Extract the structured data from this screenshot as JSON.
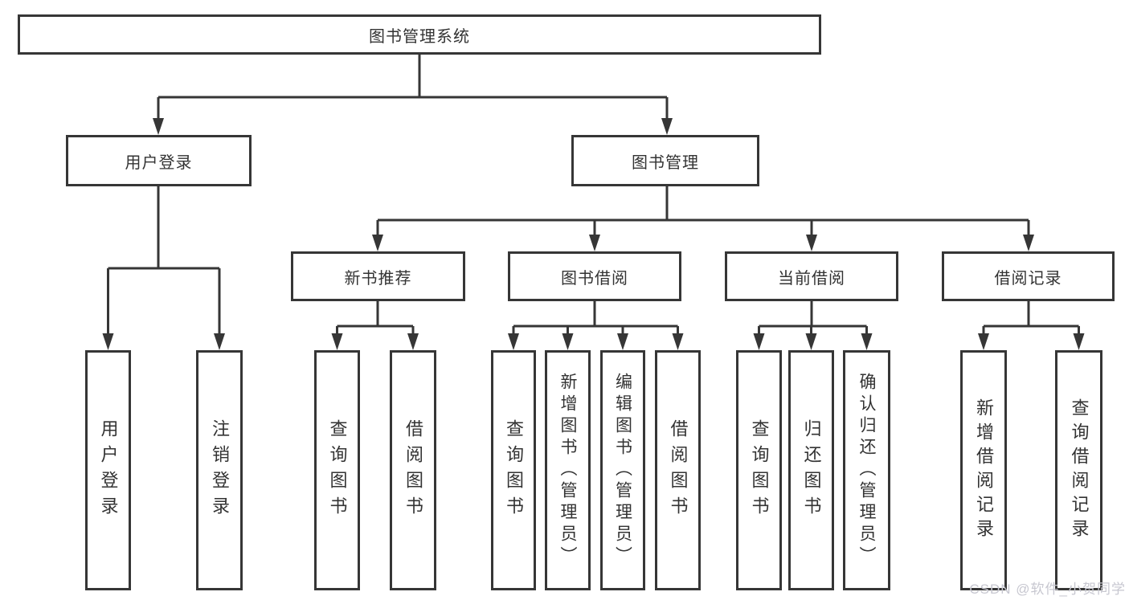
{
  "diagram": {
    "ink_color": "#363636",
    "text_color": "#333333",
    "background_color": "#ffffff",
    "watermark": "CSDN @软件_小贺同学",
    "watermark_color": "#c7c7d0",
    "nodes": {
      "root": {
        "label": "图书管理系统"
      },
      "user_login": {
        "label": "用户登录"
      },
      "book_mgmt": {
        "label": "图书管理"
      },
      "new_book_rec": {
        "label": "新书推荐"
      },
      "book_borrow": {
        "label": "图书借阅"
      },
      "current_borrow": {
        "label": "当前借阅"
      },
      "borrow_record": {
        "label": "借阅记录"
      },
      "leaf_user_login": {
        "label": "用户登录"
      },
      "leaf_logout": {
        "label": "注销登录"
      },
      "leaf_query_book_1": {
        "label": "查询图书"
      },
      "leaf_borrow_book_1": {
        "label": "借阅图书"
      },
      "leaf_query_book_2": {
        "label": "查询图书"
      },
      "leaf_add_book": {
        "label": "新增图书（管理员）"
      },
      "leaf_edit_book": {
        "label": "编辑图书（管理员）"
      },
      "leaf_borrow_book_2": {
        "label": "借阅图书"
      },
      "leaf_query_book_3": {
        "label": "查询图书"
      },
      "leaf_return_book": {
        "label": "归还图书"
      },
      "leaf_confirm_return": {
        "label": "确认归还（管理员）"
      },
      "leaf_add_record": {
        "label": "新增借阅记录"
      },
      "leaf_query_record": {
        "label": "查询借阅记录"
      }
    },
    "structure_note": "org-chart: root -> [用户登录, 图书管理]; 用户登录 -> [用户登录, 注销登录]; 图书管理 -> [新书推荐, 图书借阅, 当前借阅, 借阅记录]; 新书推荐 -> [查询图书, 借阅图书]; 图书借阅 -> [查询图书, 新增图书（管理员）, 编辑图书（管理员）, 借阅图书]; 当前借阅 -> [查询图书, 归还图书, 确认归还（管理员）]; 借阅记录 -> [新增借阅记录, 查询借阅记录]"
  }
}
